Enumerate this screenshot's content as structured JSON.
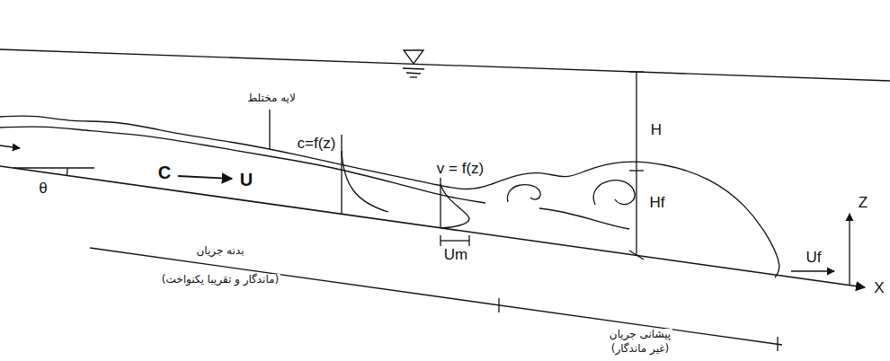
{
  "diagram": {
    "labels": [
      "لایه مختلط",
      "c=f(z)",
      "v = f(z)",
      "H",
      "Hf",
      "Z",
      "θ",
      "C",
      "U",
      "Um",
      "Uf",
      "X",
      "بدنه جریان",
      "(ماندگار و تقریبا یکنواخت)",
      "پیشانی جریان",
      "(غیر ماندگار)"
    ]
  }
}
